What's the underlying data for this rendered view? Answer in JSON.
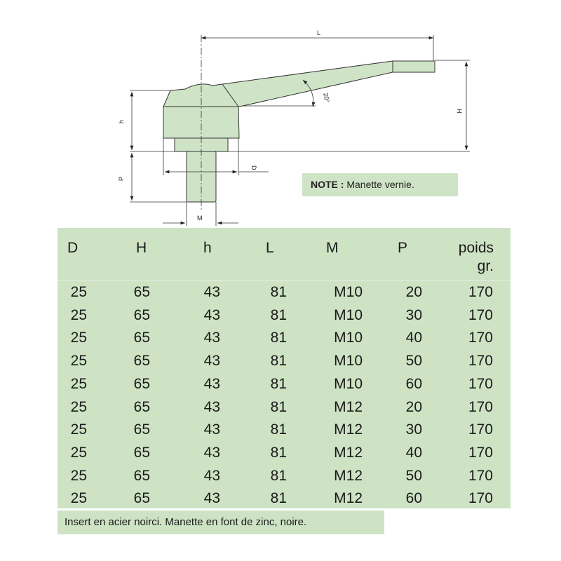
{
  "drawing": {
    "dim_labels": {
      "L": "L",
      "H": "H",
      "h": "h",
      "P": "P",
      "D": "D",
      "M": "M",
      "angle": "20°"
    },
    "note_label": "NOTE :",
    "note_text": "Manette vernie."
  },
  "table": {
    "headers": [
      "D",
      "H",
      "h",
      "L",
      "M",
      "P",
      "poids",
      "gr."
    ],
    "rows": [
      [
        "25",
        "65",
        "43",
        "81",
        "M10",
        "20",
        "170"
      ],
      [
        "25",
        "65",
        "43",
        "81",
        "M10",
        "30",
        "170"
      ],
      [
        "25",
        "65",
        "43",
        "81",
        "M10",
        "40",
        "170"
      ],
      [
        "25",
        "65",
        "43",
        "81",
        "M10",
        "50",
        "170"
      ],
      [
        "25",
        "65",
        "43",
        "81",
        "M10",
        "60",
        "170"
      ],
      [
        "25",
        "65",
        "43",
        "81",
        "M12",
        "20",
        "170"
      ],
      [
        "25",
        "65",
        "43",
        "81",
        "M12",
        "30",
        "170"
      ],
      [
        "25",
        "65",
        "43",
        "81",
        "M12",
        "40",
        "170"
      ],
      [
        "25",
        "65",
        "43",
        "81",
        "M12",
        "50",
        "170"
      ],
      [
        "25",
        "65",
        "43",
        "81",
        "M12",
        "60",
        "170"
      ]
    ]
  },
  "caption": "Insert en acier noirci. Manette en font de zinc, noire.",
  "colors": {
    "fill": "#cfe4c6",
    "line": "#333333"
  }
}
